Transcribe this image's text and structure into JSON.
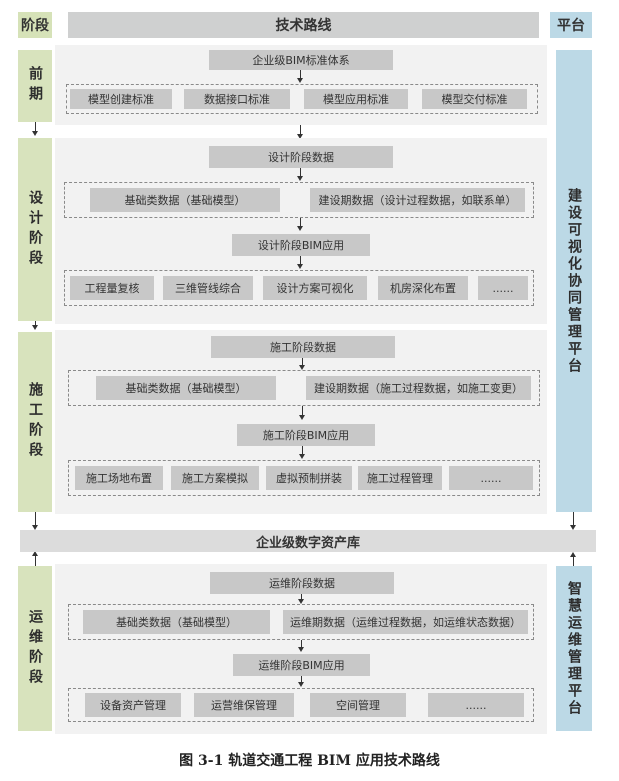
{
  "header": {
    "stage": "阶段",
    "route": "技术路线",
    "platform": "平台"
  },
  "stages": {
    "early": "前期",
    "design": "设计阶段",
    "construction": "施工阶段",
    "operation": "运维阶段"
  },
  "early": {
    "top": "企业级BIM标准体系",
    "standards": [
      "模型创建标准",
      "数据接口标准",
      "模型应用标准",
      "模型交付标准"
    ]
  },
  "design": {
    "data_title": "设计阶段数据",
    "data_items": [
      "基础类数据（基础模型）",
      "建设期数据（设计过程数据，如联系单）"
    ],
    "app_title": "设计阶段BIM应用",
    "apps": [
      "工程量复核",
      "三维管线综合",
      "设计方案可视化",
      "机房深化布置",
      "......"
    ]
  },
  "construction": {
    "data_title": "施工阶段数据",
    "data_items": [
      "基础类数据（基础模型）",
      "建设期数据（施工过程数据，如施工变更）"
    ],
    "app_title": "施工阶段BIM应用",
    "apps": [
      "施工场地布置",
      "施工方案模拟",
      "虚拟预制拼装",
      "施工过程管理",
      "......"
    ]
  },
  "asset_library": "企业级数字资产库",
  "operation": {
    "data_title": "运维阶段数据",
    "data_items": [
      "基础类数据（基础模型）",
      "运维期数据（运维过程数据，如运维状态数据）"
    ],
    "app_title": "运维阶段BIM应用",
    "apps": [
      "设备资产管理",
      "运营维保管理",
      "空间管理",
      "......"
    ]
  },
  "platforms": {
    "construction_platform": "建设可视化协同管理平台",
    "om_platform": "智慧运维管理平台"
  },
  "caption": "图 3-1  轨道交通工程 BIM 应用技术路线",
  "colors": {
    "stage": "#d8e3bd",
    "platform": "#bcd9e6",
    "box": "#c8c8c8",
    "panel": "#f2f2f2"
  }
}
